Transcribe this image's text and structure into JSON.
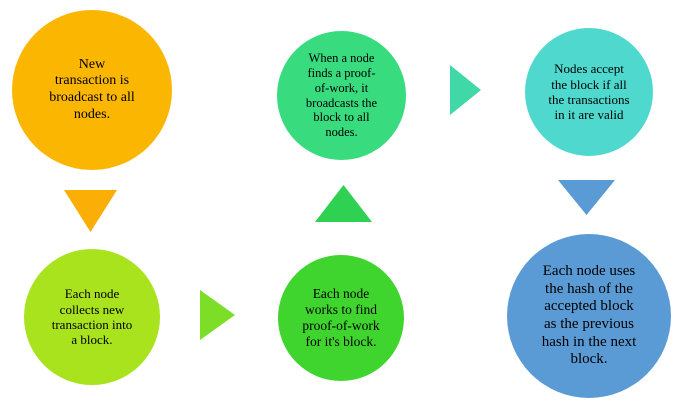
{
  "diagram": {
    "type": "process-cycle-flow",
    "background": "#FFFFFF",
    "text_color": "#000000",
    "nodes": [
      {
        "id": "broadcast-transaction",
        "lines": [
          "New",
          "transaction is",
          "broadcast to all",
          "nodes."
        ],
        "color": "#FBB601"
      },
      {
        "id": "collect-into-block",
        "lines": [
          "Each node",
          "collects new",
          "transaction into",
          "a block."
        ],
        "color": "#A9E31E"
      },
      {
        "id": "work-proof-of-work",
        "lines": [
          "Each node",
          "works to find",
          "proof-of-work",
          "for it's block."
        ],
        "color": "#3FD42E"
      },
      {
        "id": "broadcast-block",
        "lines": [
          "When a node",
          "finds a proof-",
          "of-work, it",
          "broadcasts the",
          "block to all",
          "nodes."
        ],
        "color": "#38DB7E"
      },
      {
        "id": "accept-block",
        "lines": [
          "Nodes accept",
          "the block if all",
          "the transactions",
          "in it are valid"
        ],
        "color": "#4FD9CE"
      },
      {
        "id": "use-hash-next-block",
        "lines": [
          "Each node uses",
          "the hash of the",
          "accepted block",
          "as the previous",
          "hash in the next",
          "block."
        ],
        "color": "#5B9BD5"
      }
    ],
    "arrows": [
      {
        "id": "orange-down-arrow",
        "direction": "down",
        "color": "#FAAE06"
      },
      {
        "id": "yellowgreen-right-arrow",
        "direction": "right",
        "color": "#7DDE28"
      },
      {
        "id": "green-up-arrow",
        "direction": "up",
        "color": "#2ED151"
      },
      {
        "id": "teal-right-arrow",
        "direction": "right",
        "color": "#3FD8A6"
      },
      {
        "id": "blue-down-arrow",
        "direction": "down",
        "color": "#5B9BD5"
      }
    ]
  }
}
